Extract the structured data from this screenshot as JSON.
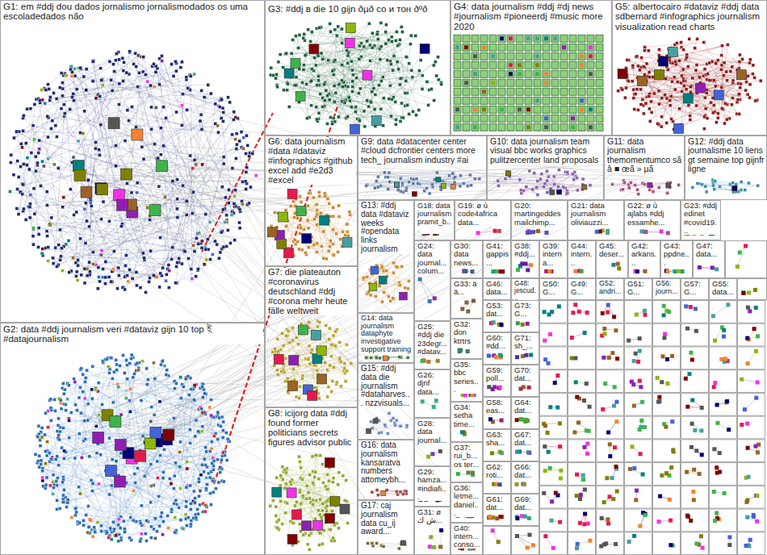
{
  "diagram": {
    "nodes": [
      {
        "text": [
          "G1: em #ddj dou dados jornalismo jornalismodados os uma escoladedados não"
        ]
      },
      {
        "text": [
          "G2: data #ddj journalism veri #dataviz gijn 10 top ই #datajournalism"
        ]
      },
      {
        "text": [
          "G3: #ddj в die 10 gijn ðµð со и тон ðºð"
        ]
      },
      {
        "text": [
          "G4: data journalism #ddj #dj news #journalism #pioneerdj #music more 2020"
        ]
      },
      {
        "text": [
          "G5: albertocairo #dataviz #ddj data sdbernard #infographics journalism visualization read charts"
        ]
      },
      {
        "text": [
          "G6: data journalism #data #dataviz #infographics #github excel add #e2d3 #excel"
        ]
      },
      {
        "text": [
          "G7: die plateauton #coronavirus deutschland #ddj #corona mehr heute fälle weltweit"
        ]
      },
      {
        "text": [
          "G8: icijorg data #ddj found former politicians secrets figures advisor public"
        ]
      },
      {
        "text": [
          "G9: data #datacenter center #cloud dcfrontier centers more tech_ journalism industry #ai"
        ]
      },
      {
        "text": [
          "G10: data journalism team visual bbc works graphics pulitzercenter land proposals"
        ]
      },
      {
        "text": [
          "G11: data journalism themomentumco sã â ■ œã » µã"
        ]
      },
      {
        "text": [
          "G12: #ddj data journalisme 10 liens gt semaine top gijnfr ligne"
        ]
      },
      {
        "text": [
          "G13: #ddj data #dataviz weeks #opendata links journalism"
        ]
      },
      {
        "text": [
          "G14: data journalism dataphyte investigative support training"
        ]
      },
      {
        "text": [
          "G15: #ddj data die journalism #dataharves... nzzvisuals..."
        ]
      },
      {
        "text": [
          "G16: data journalism kansaratva numbers attomeybh..."
        ]
      },
      {
        "text": [
          "G17: caj journalism data cu_ij award..."
        ]
      },
      {
        "text": [
          "G18: data journalism pramit_b..."
        ]
      },
      {
        "text": [
          "G19: ø ù code4africa data..."
        ]
      },
      {
        "text": [
          "G20: martingeddes mailchimp..."
        ]
      },
      {
        "text": [
          "G21: data journalism oliviauzzi..."
        ]
      },
      {
        "text": [
          "G22: ø ù ajlabs #ddj essamhe..."
        ]
      },
      {
        "text": [
          "G23: #ddj edinet #covid19..."
        ]
      },
      {
        "text": [
          "G24: data journal... colum..."
        ]
      },
      {
        "text": [
          "G25: #ddj die 23degr... #datav..."
        ]
      },
      {
        "text": [
          "G26: djnf data..."
        ]
      },
      {
        "text": [
          "G28: data journal..."
        ]
      },
      {
        "text": [
          "G29: hamza... #indiafi..."
        ]
      },
      {
        "text": [
          "G31: ø ش ك..."
        ]
      },
      {
        "text": [
          "G30: data news..."
        ]
      },
      {
        "text": [
          "G33: ä ä..."
        ]
      },
      {
        "text": [
          "G32: don ktrtrs"
        ]
      },
      {
        "text": [
          "G35: bbc series..."
        ]
      },
      {
        "text": [
          "G34: setha time..."
        ]
      },
      {
        "text": [
          "G37: rui_b... os ter..."
        ]
      },
      {
        "text": [
          "G36: letme... daniel..."
        ]
      },
      {
        "text": [
          "G40: intern... conso..."
        ]
      },
      {
        "text": [
          "G41: gappis..."
        ]
      },
      {
        "text": [
          "G38: #ddj..."
        ]
      },
      {
        "text": [
          "G39: interna..."
        ]
      },
      {
        "text": [
          "G44: intern..."
        ]
      },
      {
        "text": [
          "G45: deser..."
        ]
      },
      {
        "text": [
          "G42: arkans..."
        ]
      },
      {
        "text": [
          "G43: ppdne..."
        ]
      },
      {
        "text": [
          "G47: data..."
        ]
      },
      {
        "text": [
          "G46: data..."
        ]
      },
      {
        "text": [
          "G48: jescud..."
        ]
      },
      {
        "text": [
          "G50: G..."
        ]
      },
      {
        "text": [
          "G49: G..."
        ]
      },
      {
        "text": [
          "G52: andri..."
        ]
      },
      {
        "text": [
          "G51: G..."
        ]
      },
      {
        "text": [
          "G56: journ..."
        ]
      },
      {
        "text": [
          "G57: G..."
        ]
      },
      {
        "text": [
          "G55: data..."
        ]
      },
      {
        "text": [
          "G53: dat..."
        ]
      },
      {
        "text": [
          "G60: #dd..."
        ]
      },
      {
        "text": [
          "G59: poll..."
        ]
      },
      {
        "text": [
          "G58: eas..."
        ]
      },
      {
        "text": [
          "G63: sha..."
        ]
      },
      {
        "text": [
          "G62: roti..."
        ]
      },
      {
        "text": [
          "G61: dat..."
        ]
      },
      {
        "text": [
          "G73: G..."
        ]
      },
      {
        "text": [
          "G71: sh_..."
        ]
      },
      {
        "text": [
          "G70: dat..."
        ]
      },
      {
        "text": [
          "G64: dat..."
        ]
      },
      {
        "text": [
          "G67: dat..."
        ]
      },
      {
        "text": [
          "G66: dat..."
        ]
      },
      {
        "text": [
          "G69: dat..."
        ]
      }
    ]
  }
}
